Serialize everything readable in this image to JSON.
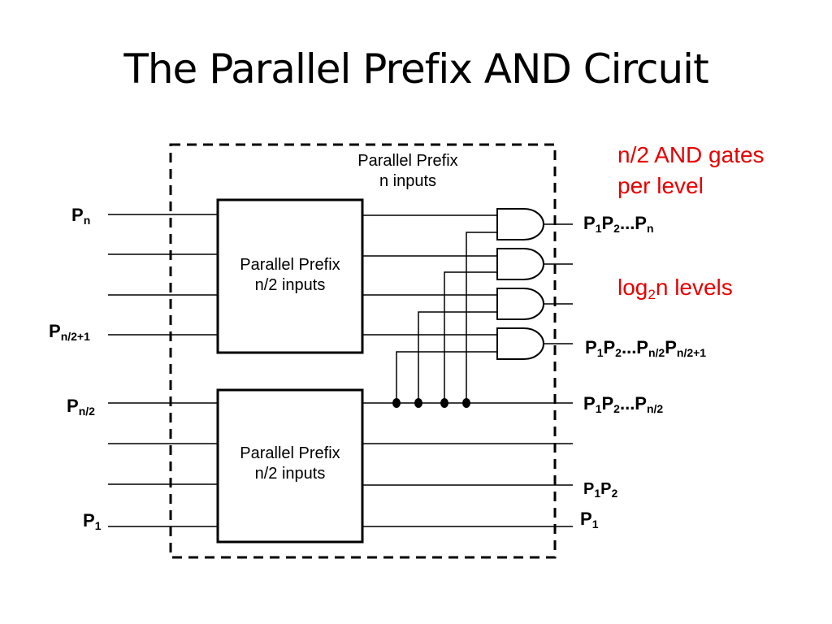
{
  "title": "The Parallel Prefix AND Circuit",
  "outer_block": {
    "line1": "Parallel Prefix",
    "line2": "n inputs"
  },
  "upper_block": {
    "line1": "Parallel Prefix",
    "line2": "n/2 inputs"
  },
  "lower_block": {
    "line1": "Parallel Prefix",
    "line2": "n/2 inputs"
  },
  "notes": {
    "gates_line1": "n/2 AND gates",
    "gates_line2": "per level",
    "levels_pre": "log",
    "levels_sub": "2",
    "levels_post": "n levels"
  },
  "inputs": {
    "pn": {
      "base": "P",
      "sub": "n"
    },
    "pn2p1": {
      "base": "P",
      "sub": "n/2+1"
    },
    "pn2": {
      "base": "P",
      "sub": "n/2"
    },
    "p1": {
      "base": "P",
      "sub": "1"
    }
  },
  "outputs": {
    "top": {
      "a": "P",
      "a_sub": "1",
      "b": "P",
      "b_sub": "2",
      "c": "...P",
      "c_sub": "n"
    },
    "mid": {
      "a": "P",
      "a_sub": "1",
      "b": "P",
      "b_sub": "2",
      "c": "...P",
      "c_sub": "n/2",
      "d": "P",
      "d_sub": "n/2+1"
    },
    "half": {
      "a": "P",
      "a_sub": "1",
      "b": "P",
      "b_sub": "2",
      "c": "...P",
      "c_sub": "n/2"
    },
    "p1p2": {
      "a": "P",
      "a_sub": "1",
      "b": "P",
      "b_sub": "2"
    },
    "p1": {
      "a": "P",
      "a_sub": "1"
    }
  },
  "colors": {
    "wire": "#000000",
    "note": "#e60000",
    "background": "#ffffff"
  },
  "gate_type": "AND",
  "gate_count": 4
}
